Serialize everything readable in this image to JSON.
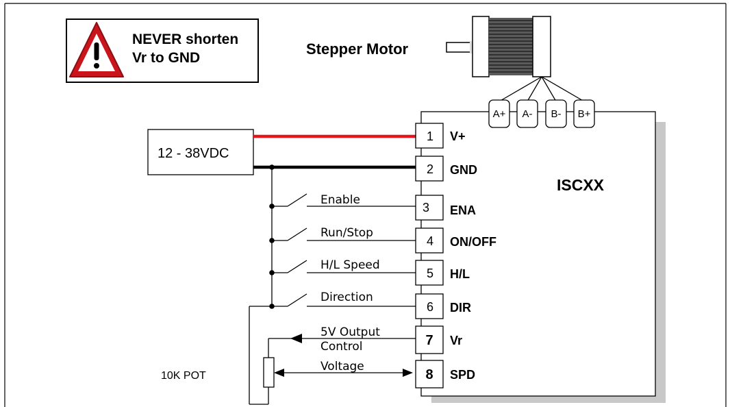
{
  "warning": {
    "line1": "NEVER shorten",
    "line2": "Vr to GND",
    "icon": "warning-triangle-icon"
  },
  "motor": {
    "label": "Stepper Motor",
    "phases": [
      "A+",
      "A-",
      "B-",
      "B+"
    ]
  },
  "power_supply": {
    "label": "12 - 38VDC"
  },
  "driver": {
    "name": "ISCXX",
    "terminals": [
      {
        "number": "1",
        "name": "V+"
      },
      {
        "number": "2",
        "name": "GND"
      },
      {
        "number": "3",
        "name": "ENA"
      },
      {
        "number": "4",
        "name": "ON/OFF"
      },
      {
        "number": "5",
        "name": "H/L"
      },
      {
        "number": "6",
        "name": "DIR"
      },
      {
        "number": "7",
        "name": "Vr"
      },
      {
        "number": "8",
        "name": "SPD"
      }
    ]
  },
  "switches": [
    "Enable",
    "Run/Stop",
    "H/L Speed",
    "Direction"
  ],
  "signals": {
    "vr_line1": "5V Output",
    "vr_line2": "Control",
    "spd_label": "Voltage"
  },
  "pot": {
    "label": "10K POT"
  },
  "colors": {
    "vplus_wire": "#e8141b",
    "gnd_wire": "#000000",
    "warning_red": "#c9151b",
    "shadow": "#c8c8c8"
  }
}
